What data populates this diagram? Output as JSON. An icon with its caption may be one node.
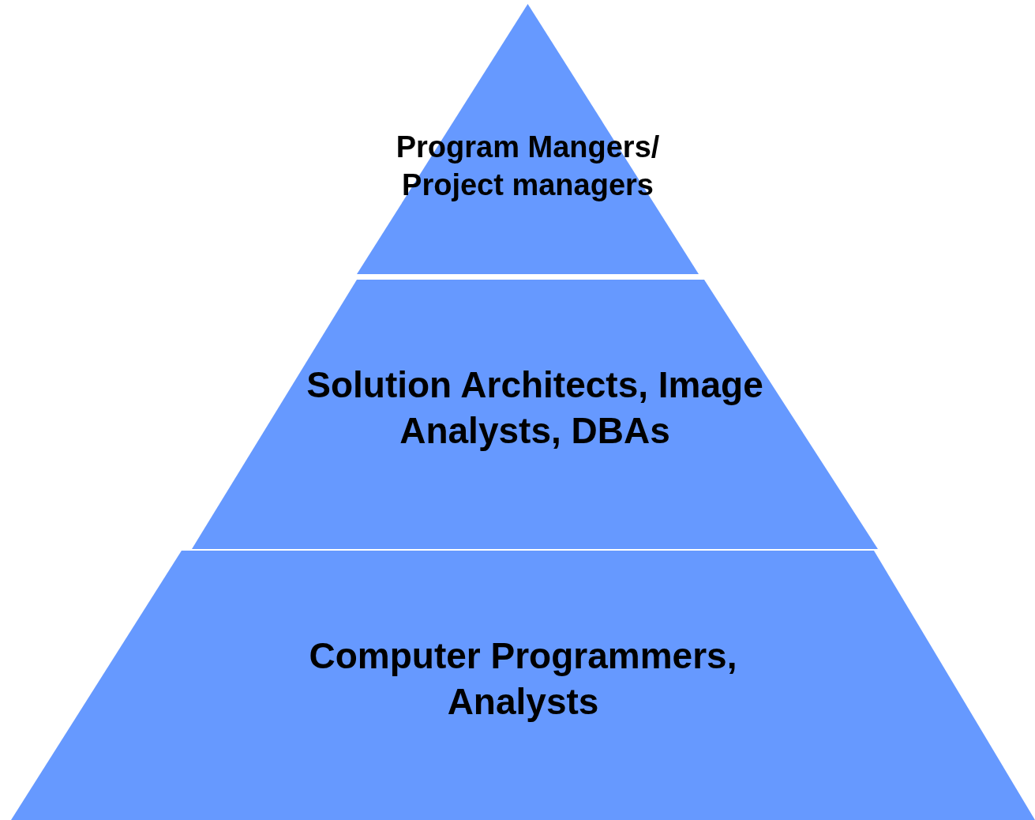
{
  "diagram": {
    "nodes": [
      {
        "text": [
          "Program Mangers/ Project managers"
        ]
      },
      {
        "text": [
          "Solution Architects, Image Analysts, DBAs"
        ]
      },
      {
        "text": [
          "Computer Programmers, Analysts"
        ]
      }
    ]
  }
}
